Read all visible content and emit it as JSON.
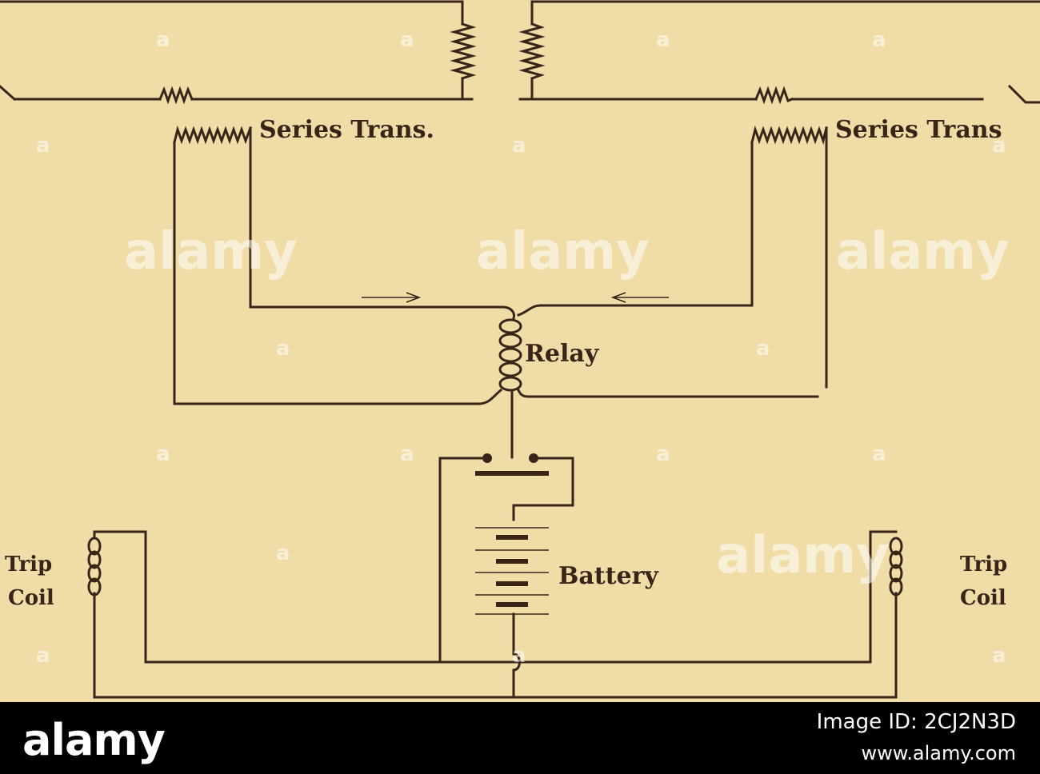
{
  "labels": {
    "series_trans_left": "Series Trans.",
    "series_trans_right": "Series Trans",
    "relay": "Relay",
    "battery": "Battery",
    "trip_left": "Trip",
    "coil_left": "Coil",
    "trip_right": "Trip",
    "coil_right": "Coil"
  },
  "watermark": {
    "small": "a",
    "large": "alamy"
  },
  "footer": {
    "logo": "alamy",
    "image_id": "Image ID: 2CJ2N3D",
    "url": "www.alamy.com"
  },
  "colors": {
    "paper": "#efdca7",
    "ink": "#3a2418",
    "footer": "#000000"
  }
}
